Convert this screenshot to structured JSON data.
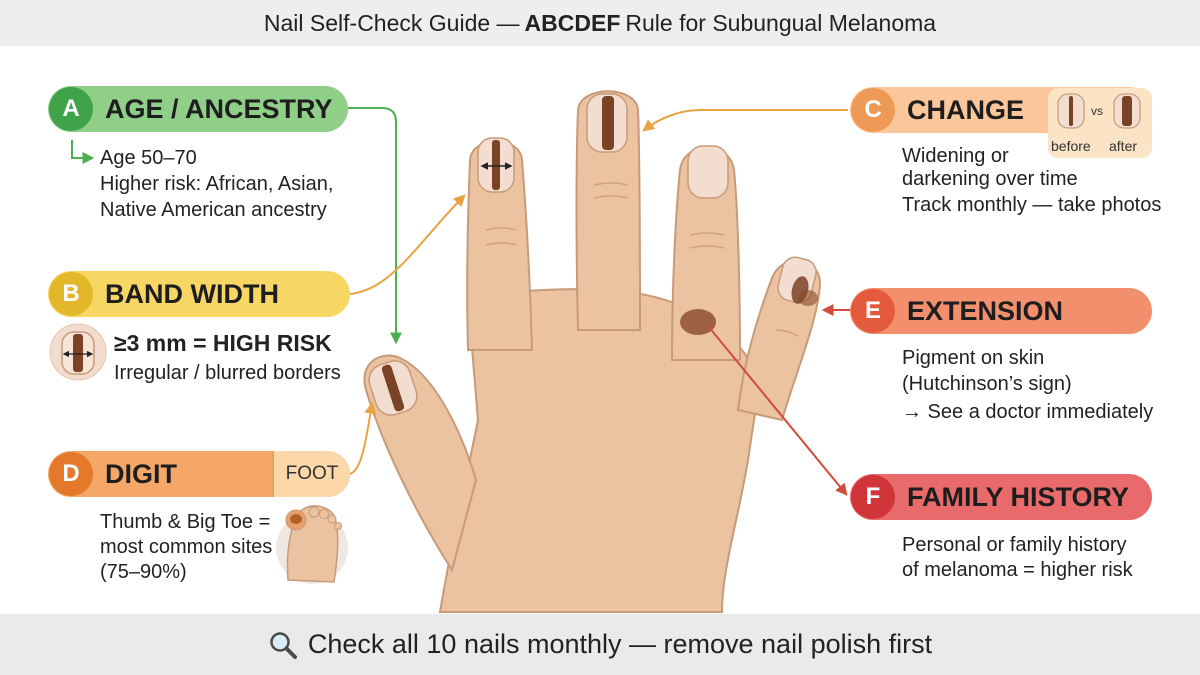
{
  "header": {
    "title_pre": "Nail Self-Check Guide —",
    "title_bold": "ABCDEF",
    "title_post": "Rule for Subungual Melanoma"
  },
  "criteria": {
    "a": {
      "letter": "A",
      "label": "AGE / ANCESTRY",
      "lines": [
        "Age 50–70",
        "Higher risk: African, Asian,",
        "Native American ancestry"
      ]
    },
    "b": {
      "letter": "B",
      "label": "BAND WIDTH",
      "highlight": "≥3 mm = HIGH RISK",
      "line": "Irregular / blurred borders"
    },
    "c": {
      "letter": "C",
      "label": "CHANGE",
      "lines": [
        "Widening or",
        "darkening over time",
        "Track monthly — take photos"
      ],
      "compare": {
        "before": "before",
        "vs": "vs",
        "after": "after"
      }
    },
    "d": {
      "letter": "D",
      "label": "DIGIT",
      "tag": "FOOT",
      "lines": [
        "Thumb & Big Toe =",
        "most common sites",
        "(75–90%)"
      ]
    },
    "e": {
      "letter": "E",
      "label": "EXTENSION",
      "lines": [
        "Pigment on skin",
        "(Hutchinson’s sign)",
        "→ See a doctor immediately"
      ]
    },
    "f": {
      "letter": "F",
      "label": "FAMILY HISTORY",
      "lines": [
        "Personal or family history",
        "of melanoma = higher risk"
      ]
    }
  },
  "footer": {
    "text": "Check all 10 nails monthly — remove nail polish first",
    "icon": "magnifier-icon"
  },
  "colors": {
    "a": "#8fcf88",
    "a_badge": "#3ea349",
    "b": "#f7d664",
    "b_badge": "#e2b82a",
    "c": "#fbc79a",
    "c_badge": "#ec9a55",
    "d": "#f4a766",
    "d_badge": "#e6782a",
    "e": "#f2906d",
    "e_badge": "#e35a3d",
    "f": "#e96a6a",
    "f_badge": "#cf3539",
    "skin": "#ecc3a1",
    "nail": "#f3ddd1",
    "band": "#7a4326"
  }
}
